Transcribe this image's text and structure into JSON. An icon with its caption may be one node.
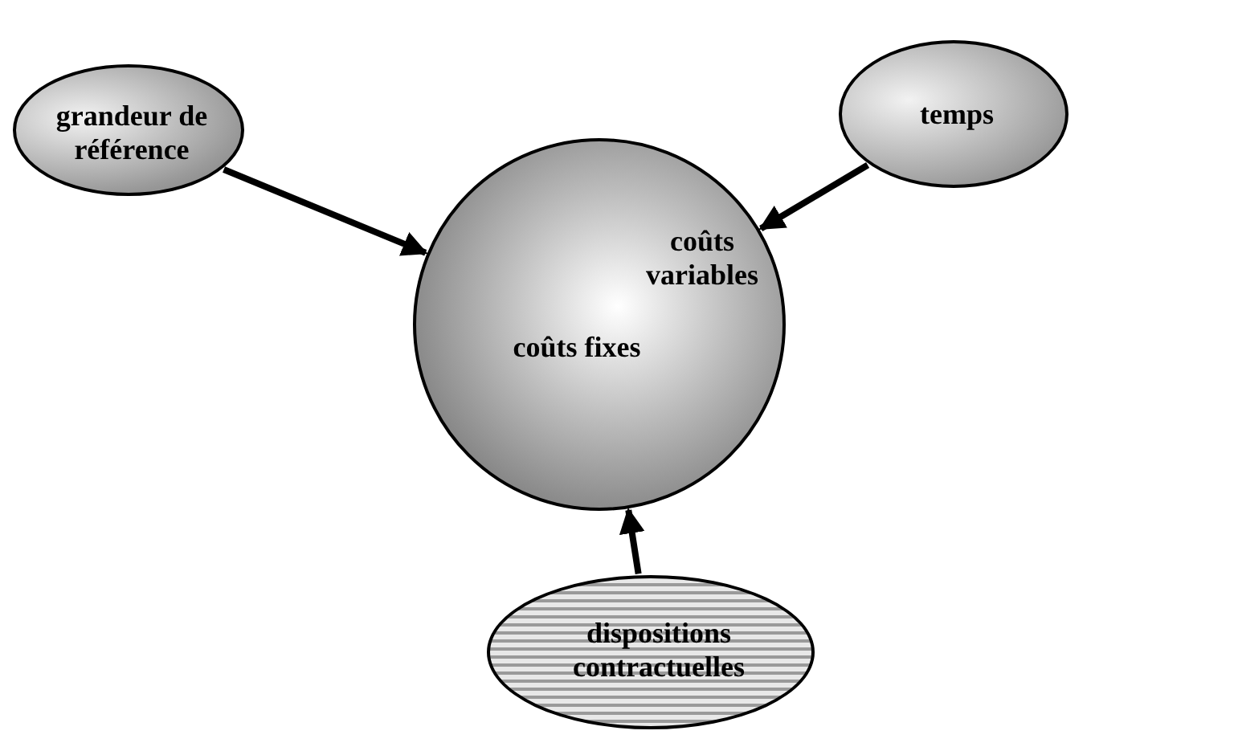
{
  "diagram": {
    "nodes": [
      {
        "text": [
          "grandeur de référence"
        ]
      },
      {
        "text": [
          "temps"
        ]
      },
      {
        "text": [
          "coûts variables",
          "coûts fixes"
        ]
      },
      {
        "text": [
          "dispositions contractuelles"
        ]
      }
    ],
    "edges": [
      {
        "from": 0,
        "to": 2,
        "arrow": "to"
      },
      {
        "from": 1,
        "to": 2,
        "arrow": "to"
      },
      {
        "from": 3,
        "to": 2,
        "arrow": "to"
      }
    ]
  }
}
